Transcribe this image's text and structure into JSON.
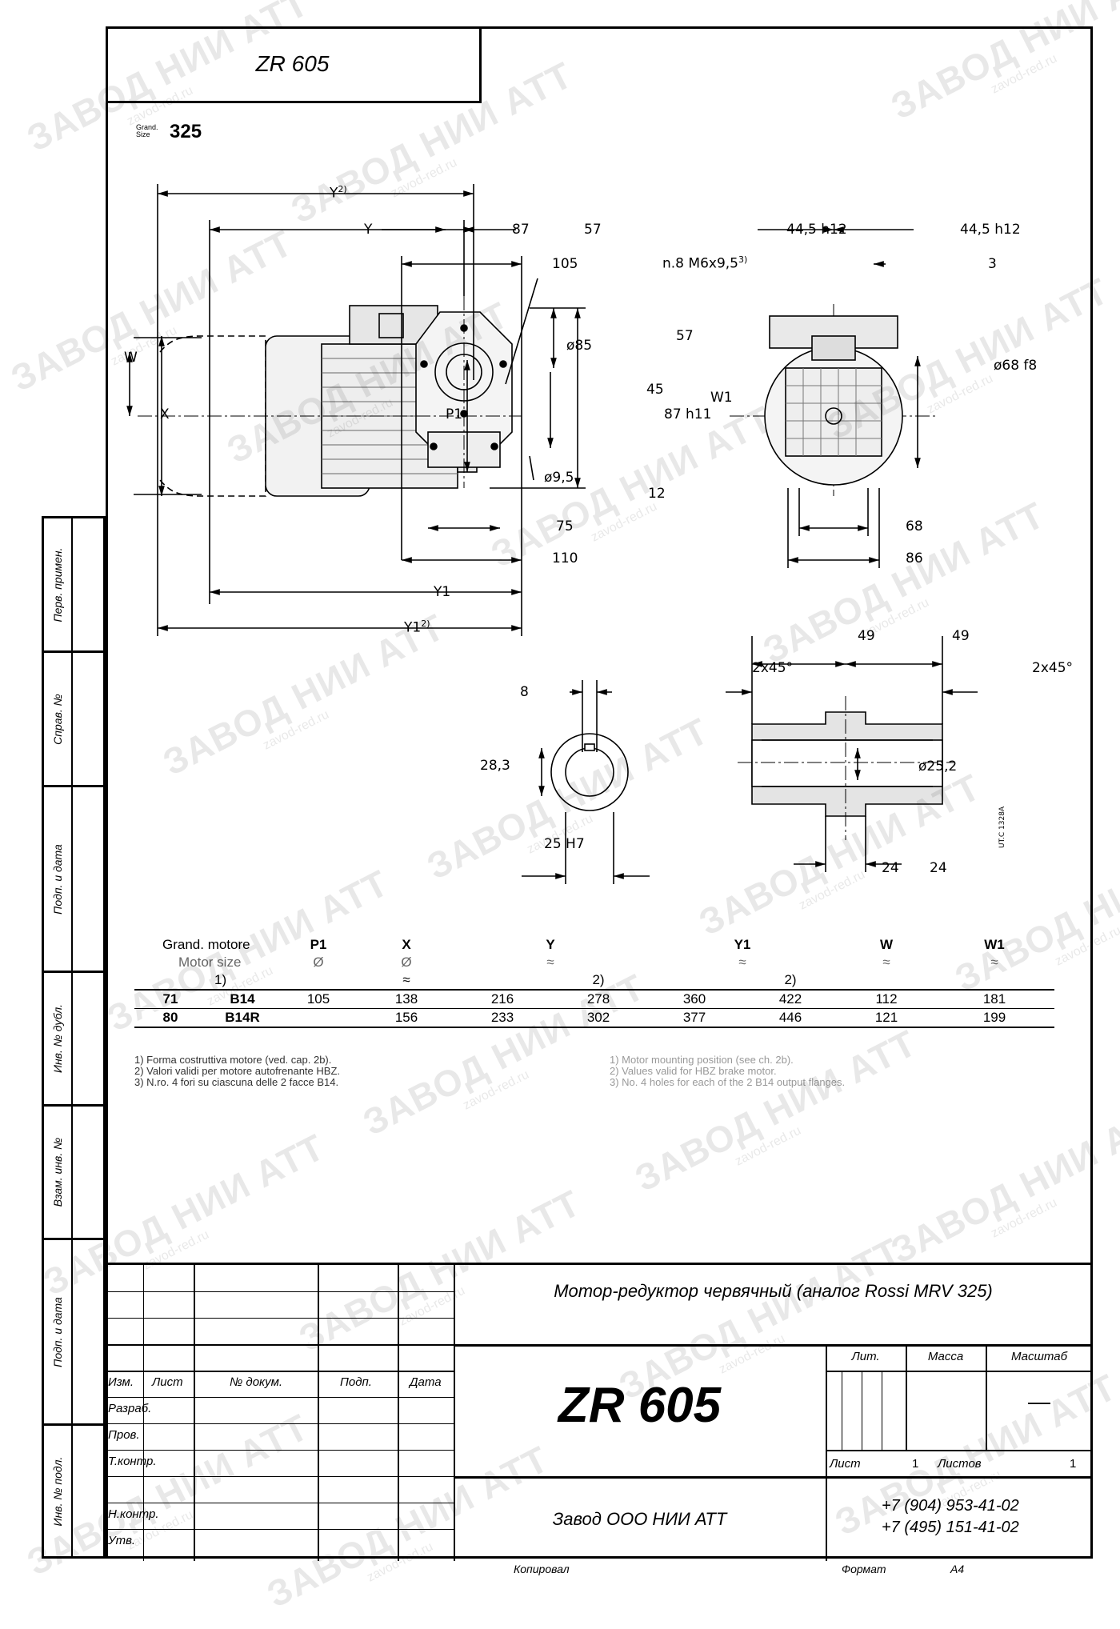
{
  "header": {
    "doc_code": "ZR 605"
  },
  "size_label": {
    "prefix_line1": "Grand.",
    "prefix_line2": "Size",
    "value": "325"
  },
  "side_stamps": [
    "Перв. примен.",
    "Справ. №",
    "Подп. и дата",
    "Инв. № дубл.",
    "Взам. инв. №",
    "Подп. и дата",
    "Инв. № подл."
  ],
  "watermark": {
    "text": "ЗАВОД НИИ АТТ",
    "url": "zavod-red.ru"
  },
  "drawing": {
    "labels": {
      "y2": "Y",
      "y2_sup": "2)",
      "y": "Y",
      "d87": "87",
      "d57": "57",
      "d105": "105",
      "holes": "n.8 M6x9,5",
      "holes_sup": "3)",
      "w": "W",
      "x": "X",
      "p1": "P1",
      "phi85": "ø85",
      "d57v": "57",
      "d45": "45",
      "h87": "87 h11",
      "w1": "W1",
      "phi95": "ø9,5",
      "d12": "12",
      "d75": "75",
      "d110": "110",
      "y1": "Y1",
      "y1_2": "Y1",
      "y1_2_sup": "2)",
      "s445l": "44,5 h12",
      "s445r": "44,5 h12",
      "s3": "3",
      "phi68": "ø68 f8",
      "s68": "68",
      "s86": "86",
      "k8": "8",
      "k283": "28,3",
      "k25": "25 H7",
      "h49l": "49",
      "h49r": "49",
      "ch_l": "2x45°",
      "ch_r": "2x45°",
      "phi252": "ø25,2",
      "h24l": "24",
      "h24r": "24",
      "utc": "UT.C 1328A"
    }
  },
  "spec_table": {
    "head1": {
      "col0a": "Grand. motore",
      "col0b": "Motor size",
      "p1": "P1",
      "x": "X",
      "y": "Y",
      "y1": "Y1",
      "w": "W",
      "w1": "W1"
    },
    "head2": {
      "p1": "Ø",
      "x": "Ø",
      "y": "≈",
      "y1": "≈",
      "w": "≈",
      "w1": "≈"
    },
    "head3": {
      "n1": "1)",
      "x": "≈",
      "y2": "2)",
      "y1_2": "2)"
    },
    "rows": [
      [
        "71",
        "B14",
        "105",
        "138",
        "216",
        "278",
        "360",
        "422",
        "112",
        "181"
      ],
      [
        "80",
        "B14R",
        "",
        "156",
        "233",
        "302",
        "377",
        "446",
        "121",
        "199"
      ]
    ],
    "notes_it": "1) Forma costruttiva motore (ved. cap. 2b).\n2) Valori validi per motore autofrenante HBZ.\n3) N.ro. 4 fori su ciascuna delle 2 facce B14.",
    "notes_en": "1) Motor mounting position (see ch. 2b).\n2) Values valid for HBZ brake motor.\n3) No. 4 holes for each of the 2 B14 output flanges."
  },
  "title_block": {
    "title": "Мотор-редуктор червячный (аналог Rossi MRV 325)",
    "code": "ZR 605",
    "cols": {
      "izm": "Изм.",
      "list": "Лист",
      "dokum": "№ докум.",
      "podp": "Подп.",
      "data": "Дата"
    },
    "rows": {
      "razrab": "Разраб.",
      "prov": "Пров.",
      "tkontr": "Т.контр.",
      "nkontr": "Н.контр.",
      "utv": "Утв."
    },
    "lit": "Лит.",
    "massa": "Масса",
    "masshtab": "Масштаб",
    "scale_value": "—",
    "sheet_label": "Лист",
    "sheet_value": "1",
    "sheets_label": "Листов",
    "sheets_value": "1",
    "company": "Завод ООО НИИ АТТ",
    "phone1": "+7 (904) 953-41-02",
    "phone2": "+7 (495) 151-41-02"
  },
  "footer": {
    "copied": "Копировал",
    "format_label": "Формат",
    "format_value": "A4"
  }
}
